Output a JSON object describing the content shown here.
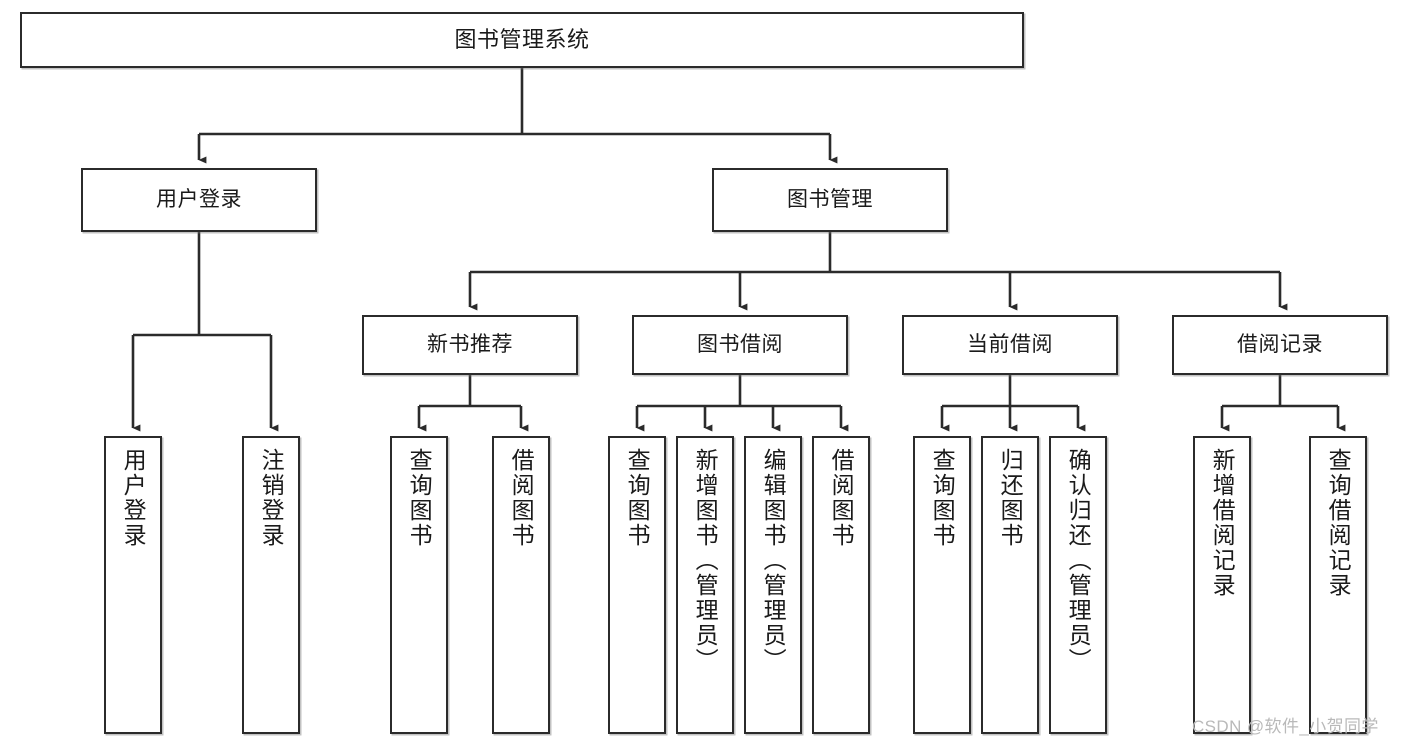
{
  "diagram": {
    "title": "图书管理系统",
    "type": "tree-hierarchy-diagram",
    "watermark": "CSDN @软件_小贺同学",
    "colors": {
      "node_border": "#2b2b2b",
      "node_fill": "#ffffff",
      "edge": "#2b2b2b",
      "text": "#1a1a1a",
      "watermark": "#b9b9b9"
    },
    "nodes": {
      "root": {
        "label": "图书管理系统"
      },
      "level2": [
        {
          "id": "user-login",
          "label": "用户登录"
        },
        {
          "id": "book-manage",
          "label": "图书管理"
        }
      ],
      "level3": [
        {
          "id": "new-book-recommend",
          "label": "新书推荐"
        },
        {
          "id": "book-borrow",
          "label": "图书借阅"
        },
        {
          "id": "current-borrow",
          "label": "当前借阅"
        },
        {
          "id": "borrow-record",
          "label": "借阅记录"
        }
      ],
      "leaves": {
        "user_login": [
          {
            "id": "leaf-user-login",
            "label": "用户登录"
          },
          {
            "id": "leaf-logout-login",
            "label": "注销登录"
          }
        ],
        "new_book_recommend": [
          {
            "id": "leaf-query-book-1",
            "label": "查询图书"
          },
          {
            "id": "leaf-borrow-book-1",
            "label": "借阅图书"
          }
        ],
        "book_borrow": [
          {
            "id": "leaf-query-book-2",
            "label": "查询图书"
          },
          {
            "id": "leaf-add-book",
            "label": "新增图书（管理员）"
          },
          {
            "id": "leaf-edit-book",
            "label": "编辑图书（管理员）"
          },
          {
            "id": "leaf-borrow-book-2",
            "label": "借阅图书"
          }
        ],
        "current_borrow": [
          {
            "id": "leaf-query-book-3",
            "label": "查询图书"
          },
          {
            "id": "leaf-return-book",
            "label": "归还图书"
          },
          {
            "id": "leaf-confirm-return",
            "label": "确认归还（管理员）"
          }
        ],
        "borrow_record": [
          {
            "id": "leaf-add-borrow-record",
            "label": "新增借阅记录"
          },
          {
            "id": "leaf-query-borrow-record",
            "label": "查询借阅记录"
          }
        ]
      }
    }
  }
}
